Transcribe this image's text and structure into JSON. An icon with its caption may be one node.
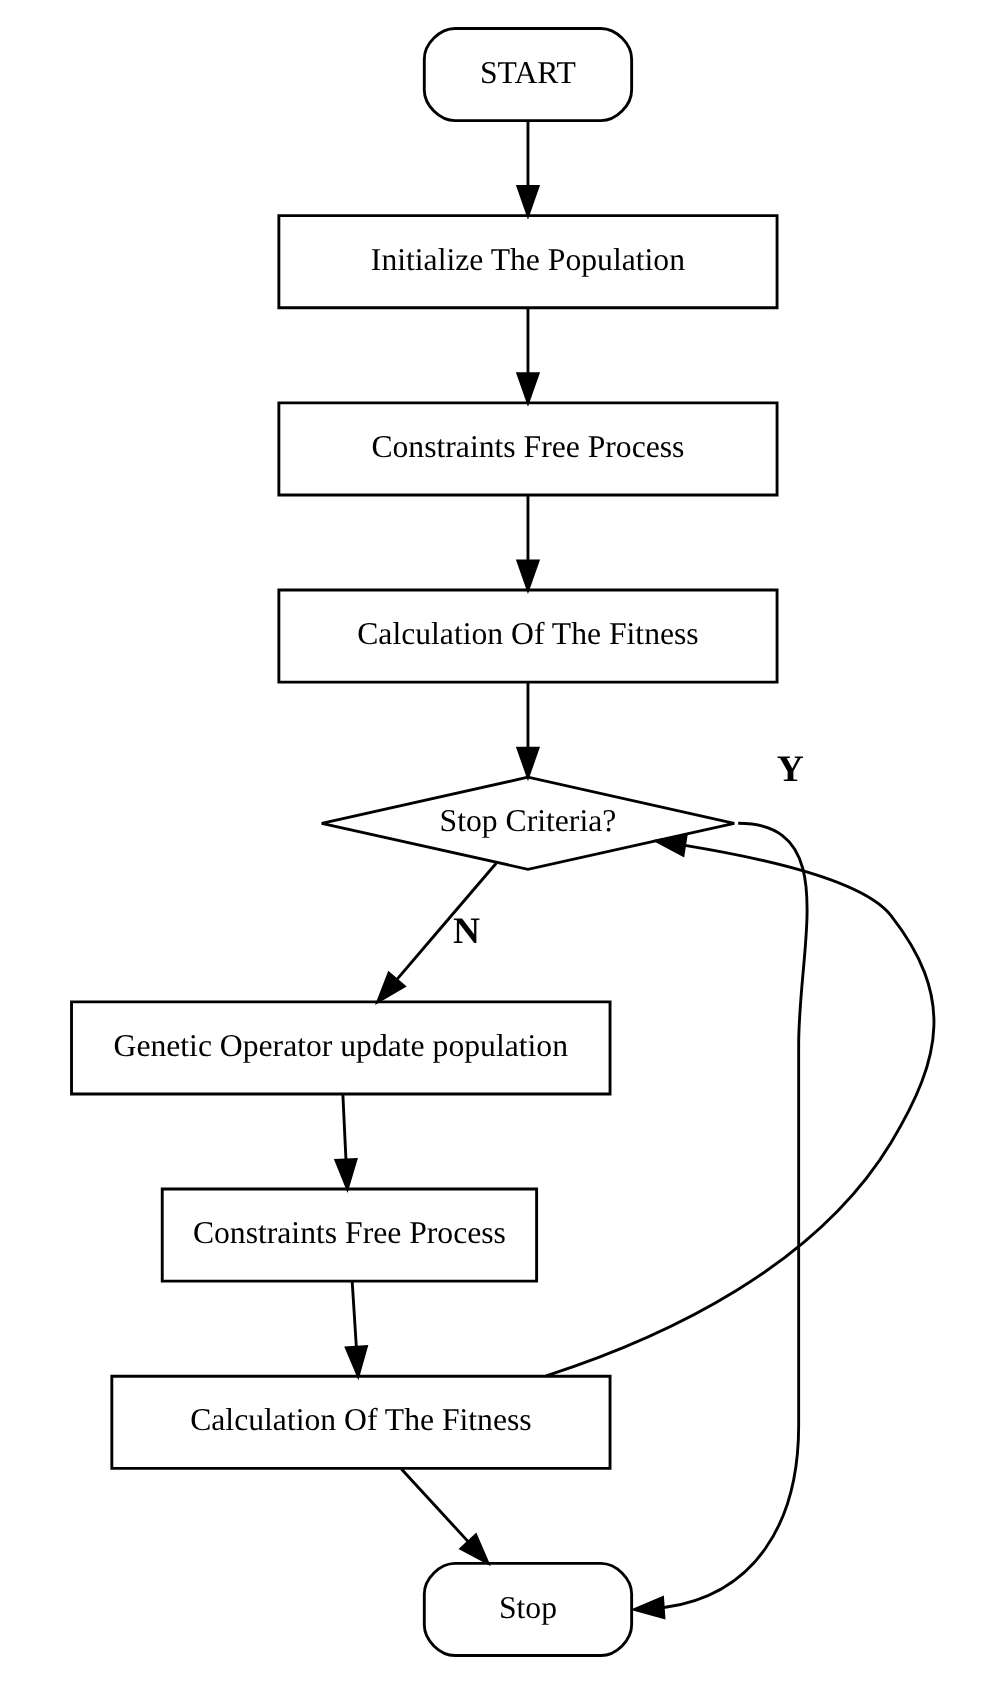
{
  "diagram": {
    "nodes": [
      {
        "text": [
          "START"
        ]
      },
      {
        "text": [
          "Initialize The Population"
        ]
      },
      {
        "text": [
          "Constraints Free Process"
        ]
      },
      {
        "text": [
          "Calculation Of The Fitness"
        ]
      },
      {
        "text": [
          "Stop Criteria?"
        ]
      },
      {
        "text": [
          "Genetic Operator update population"
        ]
      },
      {
        "text": [
          "Constraints Free Process"
        ]
      },
      {
        "text": [
          "Calculation Of The Fitness"
        ]
      },
      {
        "text": [
          "Stop"
        ]
      }
    ],
    "edges": [
      {
        "from": 0,
        "to": 1,
        "arrow": "to"
      },
      {
        "from": 1,
        "to": 2,
        "arrow": "to"
      },
      {
        "from": 2,
        "to": 3,
        "arrow": "to"
      },
      {
        "from": 3,
        "to": 4,
        "arrow": "to"
      },
      {
        "from": 4,
        "to": 5,
        "arrow": "to",
        "label": "N"
      },
      {
        "from": 5,
        "to": 6,
        "arrow": "to"
      },
      {
        "from": 6,
        "to": 7,
        "arrow": "to"
      },
      {
        "from": 7,
        "to": 4,
        "arrow": "to"
      },
      {
        "from": 7,
        "to": 8,
        "arrow": "to"
      },
      {
        "from": 4,
        "to": 8,
        "arrow": "to",
        "label": "Y"
      }
    ]
  }
}
